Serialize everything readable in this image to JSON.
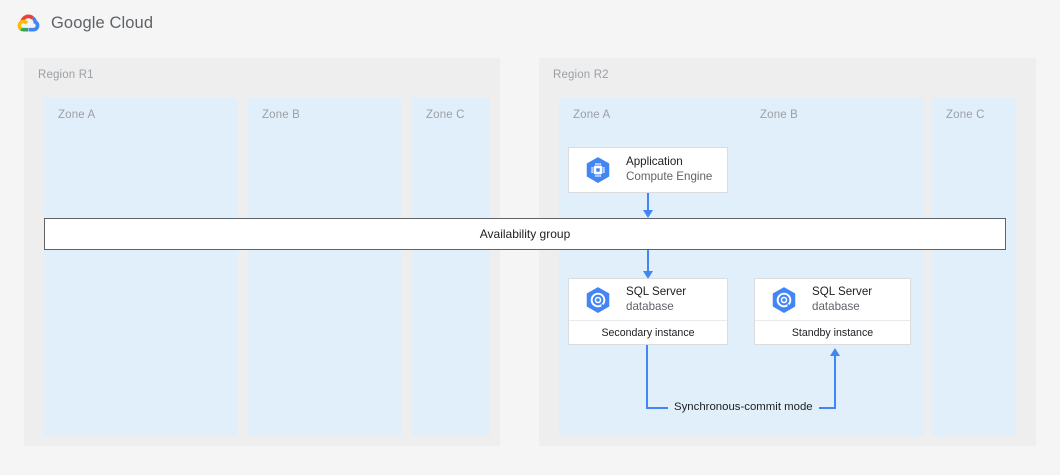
{
  "header": {
    "brand_name": "Google Cloud",
    "logo_icon": "google-cloud-logo-icon"
  },
  "colors": {
    "page_background": "#f5f5f5",
    "region_background": "#eeeeee",
    "zone_background": "#e1effb",
    "card_background": "#ffffff",
    "card_border": "#dadce0",
    "connector_blue": "#4285f4",
    "icon_blue": "#4285f4",
    "label_gray": "#9aa0a6",
    "text_primary": "#202124",
    "text_secondary": "#5f6368",
    "availability_border": "#5f6368"
  },
  "regions": [
    {
      "id": "region-r1",
      "label": "Region R1",
      "zones": [
        {
          "id": "r1-zone-a",
          "label": "Zone A"
        },
        {
          "id": "r1-zone-b",
          "label": "Zone B"
        },
        {
          "id": "r1-zone-c",
          "label": "Zone C"
        }
      ]
    },
    {
      "id": "region-r2",
      "label": "Region R2",
      "zones": [
        {
          "id": "r2-zone-a",
          "label": "Zone A"
        },
        {
          "id": "r2-zone-b",
          "label": "Zone B"
        },
        {
          "id": "r2-zone-c",
          "label": "Zone C"
        }
      ]
    }
  ],
  "nodes": {
    "application": {
      "title": "Application",
      "subtitle": "Compute Engine",
      "icon": "compute-engine-hexagon-icon"
    },
    "sql_secondary": {
      "title": "SQL Server",
      "subtitle": "database",
      "footer": "Secondary instance",
      "icon": "sql-server-hexagon-icon"
    },
    "sql_standby": {
      "title": "SQL Server",
      "subtitle": "database",
      "footer": "Standby instance",
      "icon": "sql-server-hexagon-icon"
    }
  },
  "availability_group": {
    "label": "Availability group"
  },
  "connectors": {
    "sync_commit_label": "Synchronous-commit mode"
  }
}
